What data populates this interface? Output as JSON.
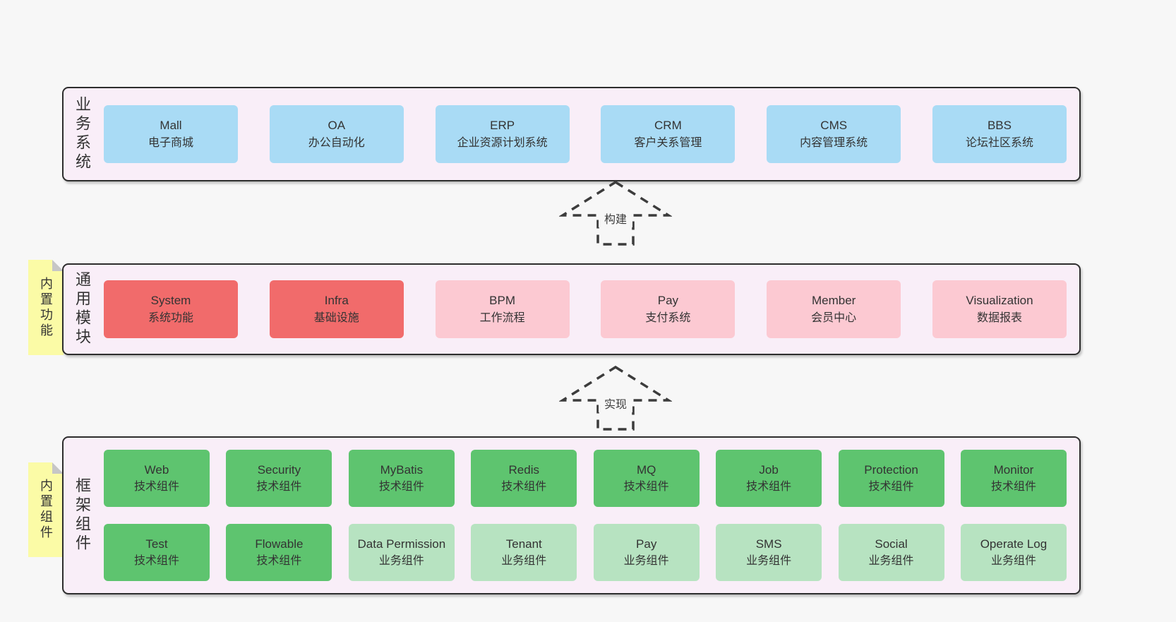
{
  "diagram": {
    "title_hint": "architecture-layers-diagram",
    "colors": {
      "page_background": "#f7f7f7",
      "band_background": "#f9eef8",
      "band_border": "#2d2d2d",
      "business_box": "#a9dbf5",
      "core_module_box": "#f16b6b",
      "optional_module_box": "#fcc9d2",
      "tech_component_box": "#5ec46f",
      "biz_component_box": "#b7e3c1",
      "sticky_note": "#fbfba6",
      "sticky_fold": "#c6c6c6",
      "text": "#333333"
    },
    "arrows": [
      {
        "label": "构建"
      },
      {
        "label": "实现"
      }
    ],
    "bands": [
      {
        "label": "业务系统",
        "boxes": [
          {
            "title": "Mall",
            "subtitle": "电子商城",
            "variant": "blue"
          },
          {
            "title": "OA",
            "subtitle": "办公自动化",
            "variant": "blue"
          },
          {
            "title": "ERP",
            "subtitle": "企业资源计划系统",
            "variant": "blue"
          },
          {
            "title": "CRM",
            "subtitle": "客户关系管理",
            "variant": "blue"
          },
          {
            "title": "CMS",
            "subtitle": "内容管理系统",
            "variant": "blue"
          },
          {
            "title": "BBS",
            "subtitle": "论坛社区系统",
            "variant": "blue"
          }
        ]
      },
      {
        "label": "通用模块",
        "sticky": "内置功能",
        "boxes": [
          {
            "title": "System",
            "subtitle": "系统功能",
            "variant": "red"
          },
          {
            "title": "Infra",
            "subtitle": "基础设施",
            "variant": "red"
          },
          {
            "title": "BPM",
            "subtitle": "工作流程",
            "variant": "pink"
          },
          {
            "title": "Pay",
            "subtitle": "支付系统",
            "variant": "pink"
          },
          {
            "title": "Member",
            "subtitle": "会员中心",
            "variant": "pink"
          },
          {
            "title": "Visualization",
            "subtitle": "数据报表",
            "variant": "pink"
          }
        ]
      },
      {
        "label": "框架组件",
        "sticky": "内置组件",
        "rows": [
          [
            {
              "title": "Web",
              "subtitle": "技术组件",
              "variant": "green"
            },
            {
              "title": "Security",
              "subtitle": "技术组件",
              "variant": "green"
            },
            {
              "title": "MyBatis",
              "subtitle": "技术组件",
              "variant": "green"
            },
            {
              "title": "Redis",
              "subtitle": "技术组件",
              "variant": "green"
            },
            {
              "title": "MQ",
              "subtitle": "技术组件",
              "variant": "green"
            },
            {
              "title": "Job",
              "subtitle": "技术组件",
              "variant": "green"
            },
            {
              "title": "Protection",
              "subtitle": "技术组件",
              "variant": "green"
            },
            {
              "title": "Monitor",
              "subtitle": "技术组件",
              "variant": "green"
            }
          ],
          [
            {
              "title": "Test",
              "subtitle": "技术组件",
              "variant": "green"
            },
            {
              "title": "Flowable",
              "subtitle": "技术组件",
              "variant": "green"
            },
            {
              "title": "Data Permission",
              "subtitle": "业务组件",
              "variant": "lightgreen"
            },
            {
              "title": "Tenant",
              "subtitle": "业务组件",
              "variant": "lightgreen"
            },
            {
              "title": "Pay",
              "subtitle": "业务组件",
              "variant": "lightgreen"
            },
            {
              "title": "SMS",
              "subtitle": "业务组件",
              "variant": "lightgreen"
            },
            {
              "title": "Social",
              "subtitle": "业务组件",
              "variant": "lightgreen"
            },
            {
              "title": "Operate Log",
              "subtitle": "业务组件",
              "variant": "lightgreen"
            }
          ]
        ]
      }
    ]
  }
}
